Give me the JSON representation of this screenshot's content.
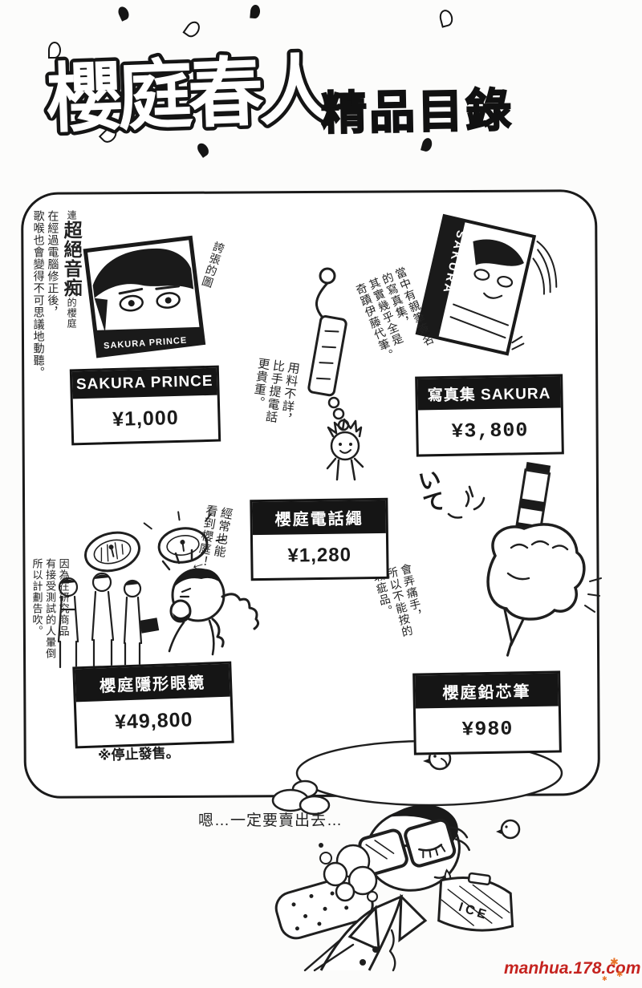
{
  "header": {
    "title_main": "櫻庭春人",
    "title_sub": "精品目錄"
  },
  "products": [
    {
      "name": "SAKURA PRINCE",
      "price": "¥1,000"
    },
    {
      "name": "寫真集  SAKURA",
      "price": "¥3,800"
    },
    {
      "name": "櫻庭電話繩",
      "price": "¥1,280"
    },
    {
      "name": "櫻庭隱形眼鏡",
      "price": "¥49,800",
      "status_note": "※停止發售。"
    },
    {
      "name": "櫻庭鉛芯筆",
      "price": "¥980"
    }
  ],
  "annotations": {
    "cd_note": {
      "small_prefix": "連",
      "emphasis": "超絕音痴",
      "small_suffix": "的櫻庭",
      "line2": "在經過電腦修正後，",
      "line3": "歌喉也會變得不可思議地動聽。"
    },
    "cd_sketch_note": "誇張的圖",
    "book_note": [
      "當中有親筆簽名",
      "的寫真集，",
      "其實幾乎全是",
      "奇蹟伊藤代筆。"
    ],
    "strap_note": [
      "用料不詳，",
      "比手提電話",
      "更貴重。"
    ],
    "lens_view_note": [
      "經常也能",
      "看到櫻庭！"
    ],
    "lens_view_arrow": "←",
    "lens_recall_note": [
      "因為在研究商品",
      "有接受測試的人暈倒",
      "所以計劃告吹。"
    ],
    "pencil_note": [
      "會弄痛手，",
      "所以不能按的",
      "瑕疵品。"
    ],
    "pencil_sfx": "いて",
    "dream_text": "嗯…一定要賣出去…"
  },
  "illustrations": {
    "cd_cover_label": "SAKURA PRINCE",
    "book_spine_label": "SAKURA",
    "ice_pillow_label": "ICE"
  },
  "watermark": {
    "text": "manhua.178.com",
    "color": "#c5231f"
  }
}
